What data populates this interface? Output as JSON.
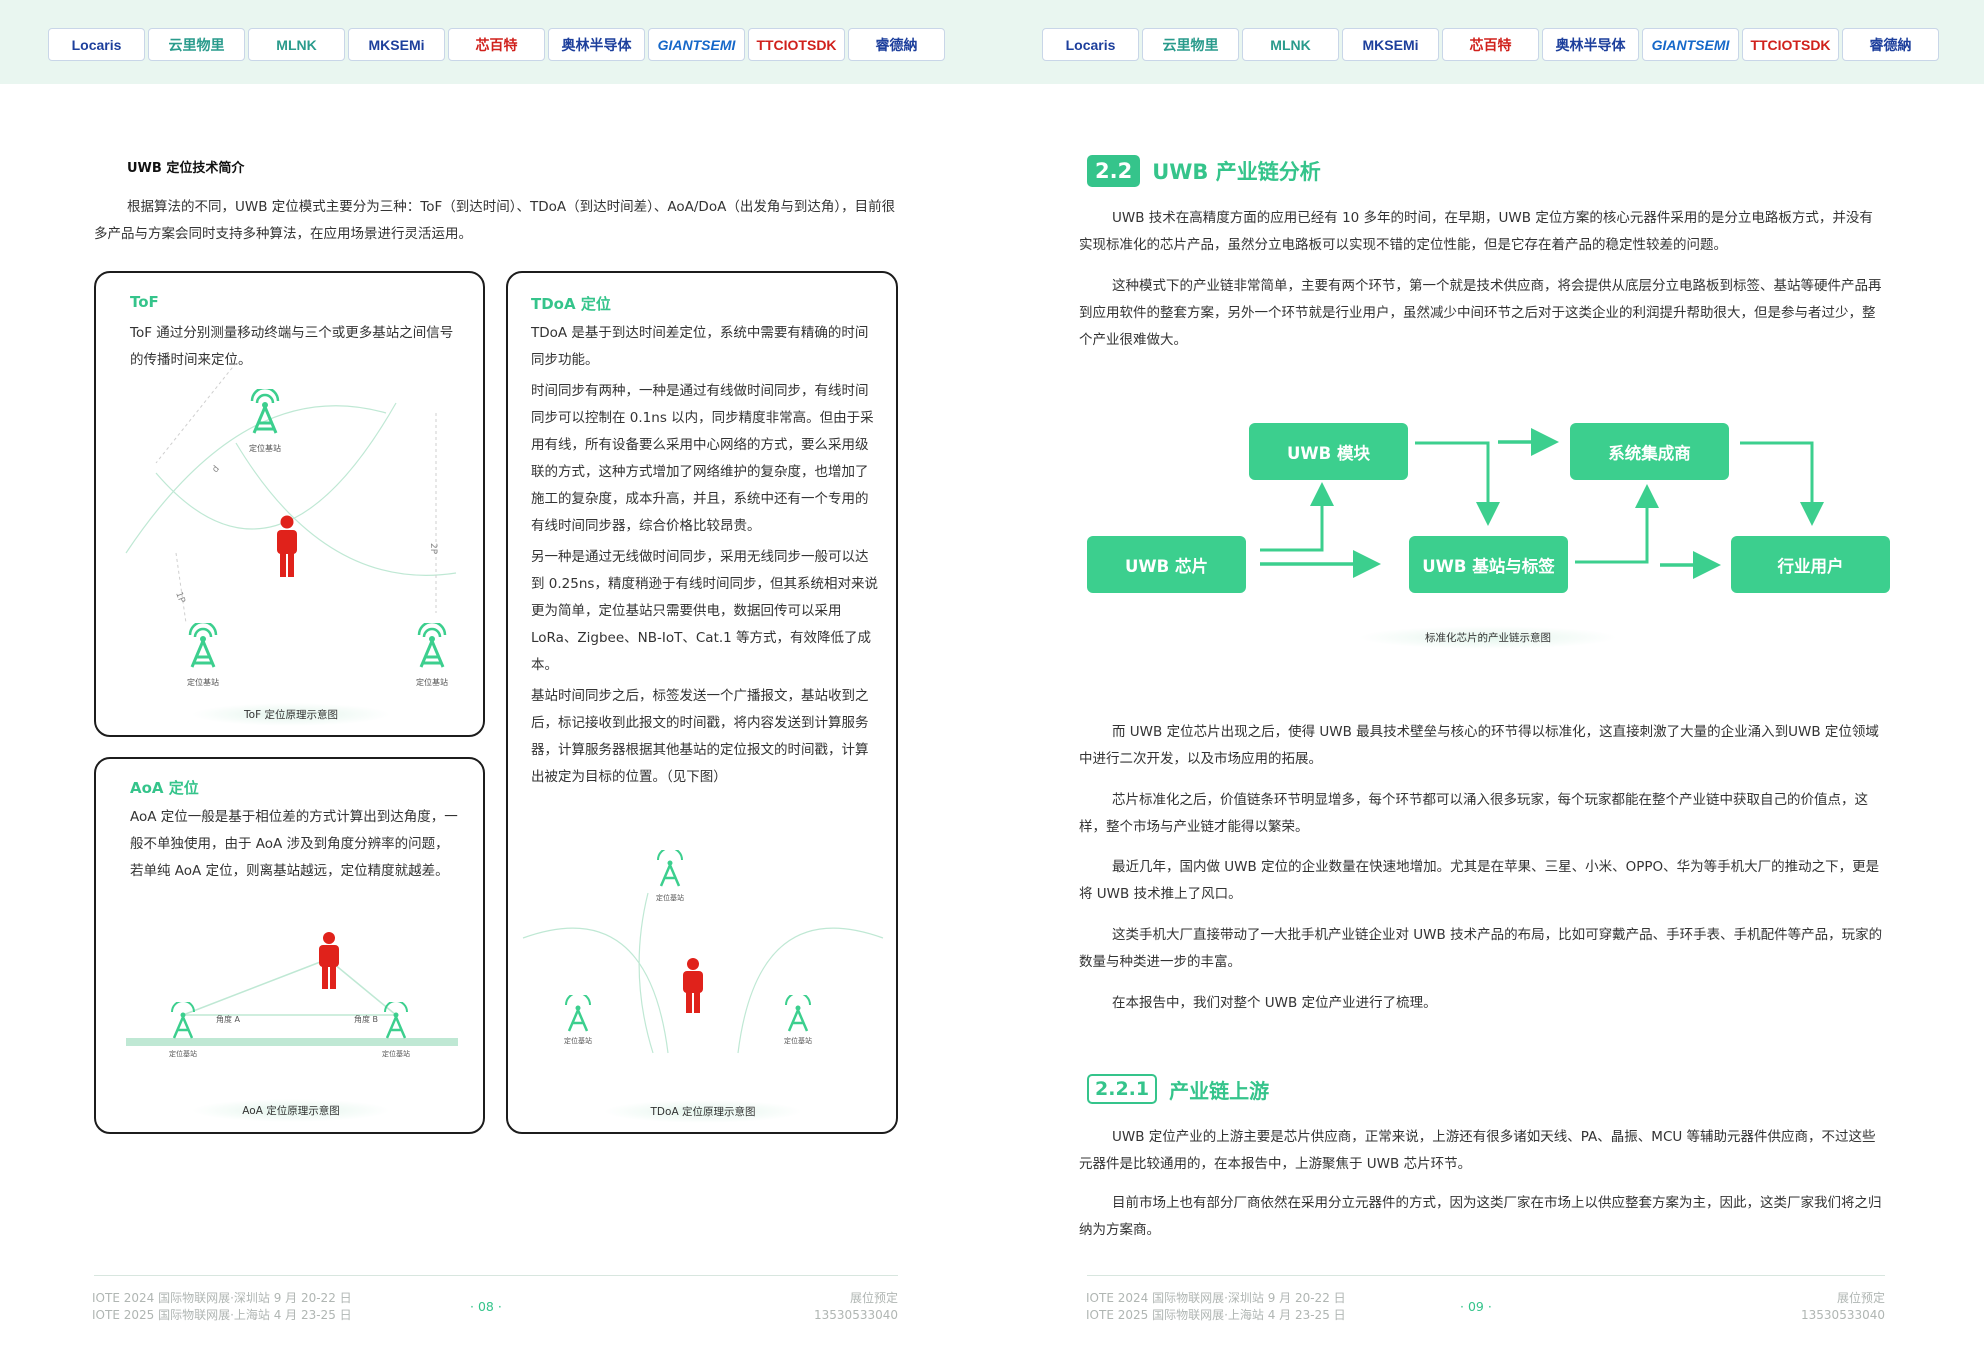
{
  "logos": [
    "Locaris",
    "云里物里",
    "MLNK",
    "MKSEMi",
    "芯百特",
    "奥林半导体",
    "GIANTSEMI",
    "TTCIOTSDK",
    "睿德納"
  ],
  "left": {
    "intro_heading": "UWB 定位技术简介",
    "intro_text": "根据算法的不同，UWB 定位模式主要分为三种：ToF（到达时间）、TDoA（到达时间差）、AoA/DoA（出发角与到达角），目前很多产品与方案会同时支持多种算法，在应用场景进行灵活运用。",
    "tof": {
      "title": "ToF",
      "text": "ToF 通过分别测量移动终端与三个或更多基站之间信号的传播时间来定位。",
      "station_label": "定位基站",
      "dist_labels": [
        "d",
        "2P",
        "1P"
      ],
      "caption": "ToF 定位原理示意图"
    },
    "tdoa": {
      "title": "TDoA 定位",
      "paragraphs": [
        "TDoA 是基于到达时间差定位，系统中需要有精确的时间同步功能。",
        "时间同步有两种，一种是通过有线做时间同步，有线时间同步可以控制在 0.1ns 以内，同步精度非常高。但由于采用有线，所有设备要么采用中心网络的方式，要么采用级联的方式，这种方式增加了网络维护的复杂度，也增加了施工的复杂度，成本升高，并且，系统中还有一个专用的有线时间同步器，综合价格比较昂贵。",
        "另一种是通过无线做时间同步，采用无线同步一般可以达到 0.25ns，精度稍逊于有线时间同步，但其系统相对来说更为简单，定位基站只需要供电，数据回传可以采用 LoRa、Zigbee、NB-IoT、Cat.1 等方式，有效降低了成本。",
        "基站时间同步之后，标签发送一个广播报文，基站收到之后，标记接收到此报文的时间戳，将内容发送到计算服务器，计算服务器根据其他基站的定位报文的时间戳，计算出被定为目标的位置。（见下图）"
      ],
      "station_label": "定位基站",
      "caption": "TDoA 定位原理示意图"
    },
    "aoa": {
      "title": "AoA 定位",
      "text": "AoA 定位一般是基于相位差的方式计算出到达角度，一般不单独使用，由于 AoA 涉及到角度分辨率的问题，若单纯 AoA 定位，则离基站越远，定位精度就越差。",
      "angle_a": "角度 A",
      "angle_b": "角度 B",
      "station_label": "定位基站",
      "caption": "AoA 定位原理示意图"
    },
    "footer": {
      "line1": "IOTE 2024 国际物联网展·深圳站 9 月 20-22 日",
      "line2": "IOTE 2025 国际物联网展·上海站 4 月 23-25 日",
      "page": "08",
      "booking": "展位预定",
      "phone": "13530533040"
    }
  },
  "right": {
    "section": {
      "num": "2.2",
      "title": "UWB 产业链分析"
    },
    "paragraphs_top": [
      "UWB 技术在高精度方面的应用已经有 10 多年的时间，在早期，UWB 定位方案的核心元器件采用的是分立电路板方式，并没有实现标准化的芯片产品，虽然分立电路板可以实现不错的定位性能，但是它存在着产品的稳定性较差的问题。",
      "这种模式下的产业链非常简单，主要有两个环节，第一个就是技术供应商，将会提供从底层分立电路板到标签、基站等硬件产品再到应用软件的整套方案，另外一个环节就是行业用户，虽然减少中间环节之后对于这类企业的利润提升帮助很大，但是参与者过少，整个产业很难做大。"
    ],
    "flow": {
      "nodes": [
        "UWB 芯片",
        "UWB 模块",
        "UWB 基站与标签",
        "系统集成商",
        "行业用户"
      ],
      "caption": "标准化芯片的产业链示意图"
    },
    "paragraphs_mid": [
      "而 UWB 定位芯片出现之后，使得 UWB 最具技术壁垒与核心的环节得以标准化，这直接刺激了大量的企业涌入到UWB 定位领域中进行二次开发，以及市场应用的拓展。",
      "芯片标准化之后，价值链条环节明显增多，每个环节都可以涌入很多玩家，每个玩家都能在整个产业链中获取自己的价值点，这样，整个市场与产业链才能得以繁荣。",
      "最近几年，国内做 UWB 定位的企业数量在快速地增加。尤其是在苹果、三星、小米、OPPO、华为等手机大厂的推动之下，更是将 UWB 技术推上了风口。",
      "这类手机大厂直接带动了一大批手机产业链企业对 UWB 技术产品的布局，比如可穿戴产品、手环手表、手机配件等产品，玩家的数量与种类进一步的丰富。",
      "在本报告中，我们对整个 UWB 定位产业进行了梳理。"
    ],
    "subsection": {
      "num": "2.2.1",
      "title": "产业链上游"
    },
    "paragraphs_bottom": [
      "UWB 定位产业的上游主要是芯片供应商，正常来说，上游还有很多诸如天线、PA、晶振、MCU 等辅助元器件供应商，不过这些元器件是比较通用的，在本报告中，上游聚焦于 UWB 芯片环节。",
      "目前市场上也有部分厂商依然在采用分立元器件的方式，因为这类厂家在市场上以供应整套方案为主，因此，这类厂家我们将之归纳为方案商。"
    ],
    "footer": {
      "line1": "IOTE 2024 国际物联网展·深圳站 9 月 20-22 日",
      "line2": "IOTE 2025 国际物联网展·上海站 4 月 23-25 日",
      "page": "09",
      "booking": "展位预定",
      "phone": "13530533040"
    }
  },
  "colors": {
    "accent": "#35c48b",
    "node": "#3ccf8e",
    "person": "#e0221b",
    "header_bg": "#e9f6f0"
  }
}
